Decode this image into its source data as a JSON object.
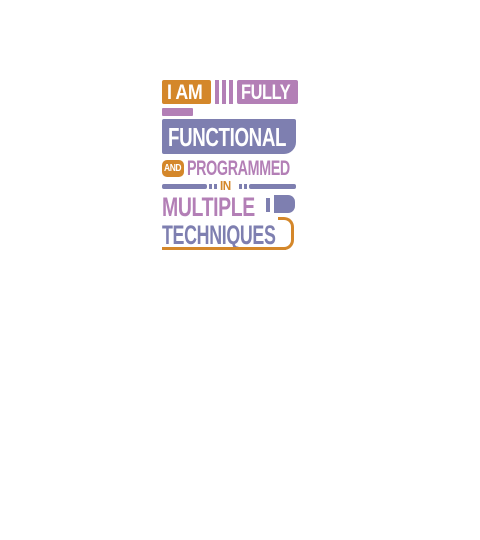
{
  "design": {
    "line1_left": "I AM",
    "line1_right": "FULLY",
    "line2": "FUNCTIONAL",
    "line3_badge": "AND",
    "line3_text": "PROGRAMMED",
    "line4": "IN",
    "line5": "MULTIPLE",
    "line6": "TECHNIQUES"
  },
  "colors": {
    "orange": "#d4872a",
    "purple": "#b37fb6",
    "slate": "#7e7fb0",
    "background": "#ffffff"
  }
}
